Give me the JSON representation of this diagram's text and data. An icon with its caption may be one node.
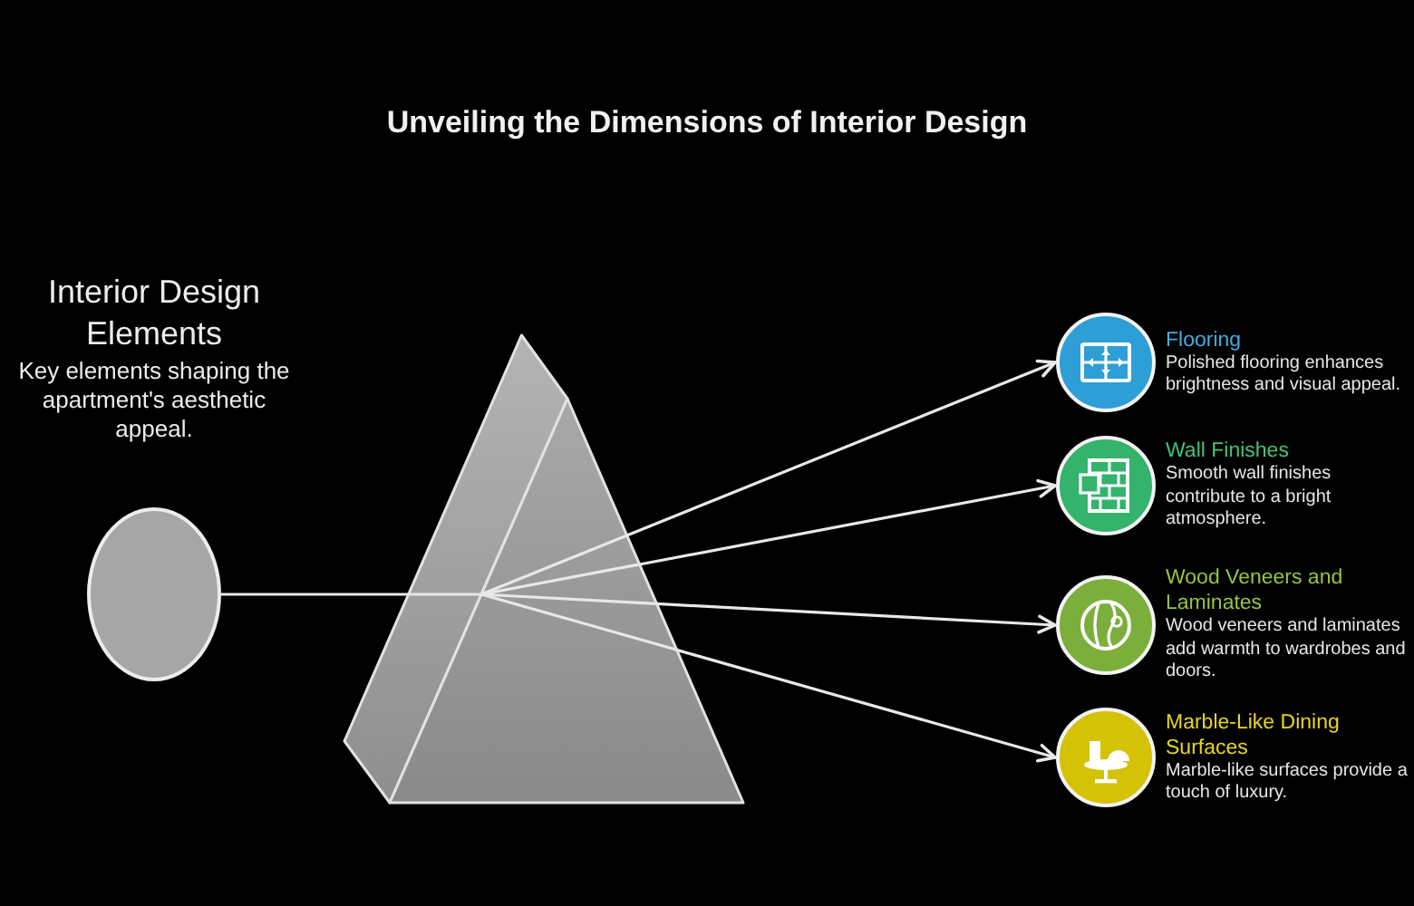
{
  "diagram": {
    "title": "Unveiling the Dimensions of Interior Design",
    "nodes": [
      {
        "text": [],
        "shape": "circle",
        "beside": [
          "Interior Design Elements",
          "Key elements shaping the apartment's aesthetic appeal."
        ]
      },
      {
        "text": [],
        "shape": "prism"
      },
      {
        "text": [
          "Flooring",
          "Polished flooring enhances brightness and visual appeal."
        ]
      },
      {
        "text": [
          "Wall Finishes",
          "Smooth wall finishes contribute to a bright atmosphere."
        ]
      },
      {
        "text": [
          "Wood Veneers and Laminates",
          "Wood veneers and laminates add warmth to wardrobes and doors."
        ]
      },
      {
        "text": [
          "Marble-Like Dining Surfaces",
          "Marble-like surfaces provide a touch of luxury."
        ]
      }
    ],
    "edges": [
      {
        "from": 0,
        "to": 1,
        "arrow": "none"
      },
      {
        "from": 1,
        "to": 2,
        "arrow": "to"
      },
      {
        "from": 1,
        "to": 3,
        "arrow": "to"
      },
      {
        "from": 1,
        "to": 4,
        "arrow": "to"
      },
      {
        "from": 1,
        "to": 5,
        "arrow": "to"
      }
    ]
  }
}
